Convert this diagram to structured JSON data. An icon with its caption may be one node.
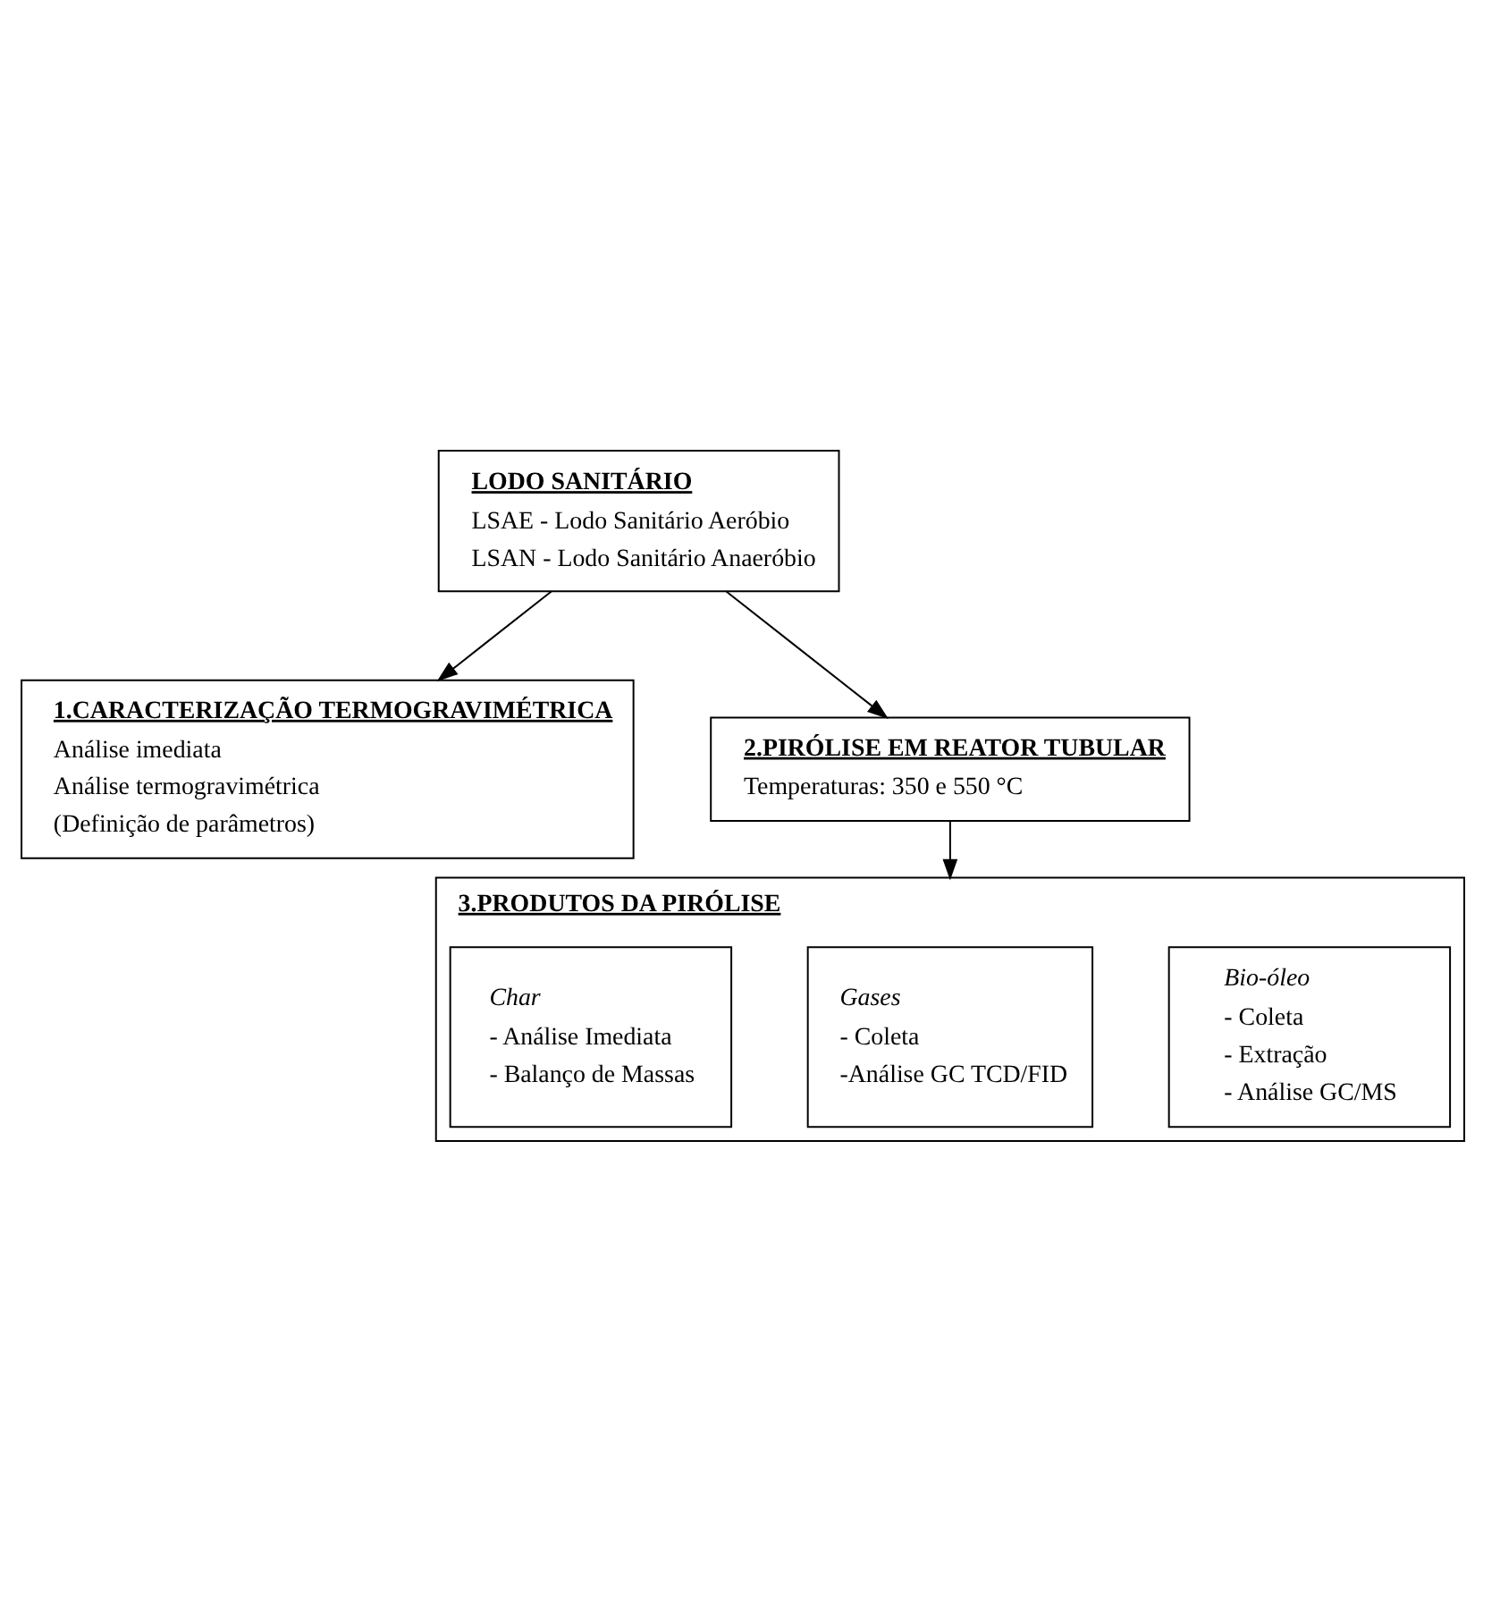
{
  "diagram": {
    "nodes": [
      {
        "text": [
          "LODO SANITÁRIO",
          "LSAE - Lodo Sanitário Aeróbio",
          "LSAN - Lodo Sanitário Anaeróbio"
        ]
      },
      {
        "text": [
          "1.CARACTERIZAÇÃO TERMOGRAVIMÉTRICA",
          "Análise imediata",
          "Análise termogravimétrica",
          "(Definição de parâmetros)"
        ]
      },
      {
        "text": [
          "2.PIRÓLISE EM REATOR TUBULAR",
          "Temperaturas: 350 e 550 °C"
        ]
      },
      {
        "text": [
          "3.PRODUTOS DA PIRÓLISE"
        ]
      },
      {
        "text": [
          "Char",
          "- Análise Imediata",
          "- Balanço de Massas"
        ],
        "in": 3
      },
      {
        "text": [
          "Gases",
          "- Coleta",
          "-Análise GC TCD/FID"
        ],
        "in": 3
      },
      {
        "text": [
          "Bio-óleo",
          "- Coleta",
          "- Extração",
          "- Análise GC/MS"
        ],
        "in": 3
      }
    ],
    "edges": [
      {
        "from": 0,
        "to": 1,
        "arrow": "to"
      },
      {
        "from": 0,
        "to": 2,
        "arrow": "to"
      },
      {
        "from": 2,
        "to": 3,
        "arrow": "to"
      }
    ]
  }
}
